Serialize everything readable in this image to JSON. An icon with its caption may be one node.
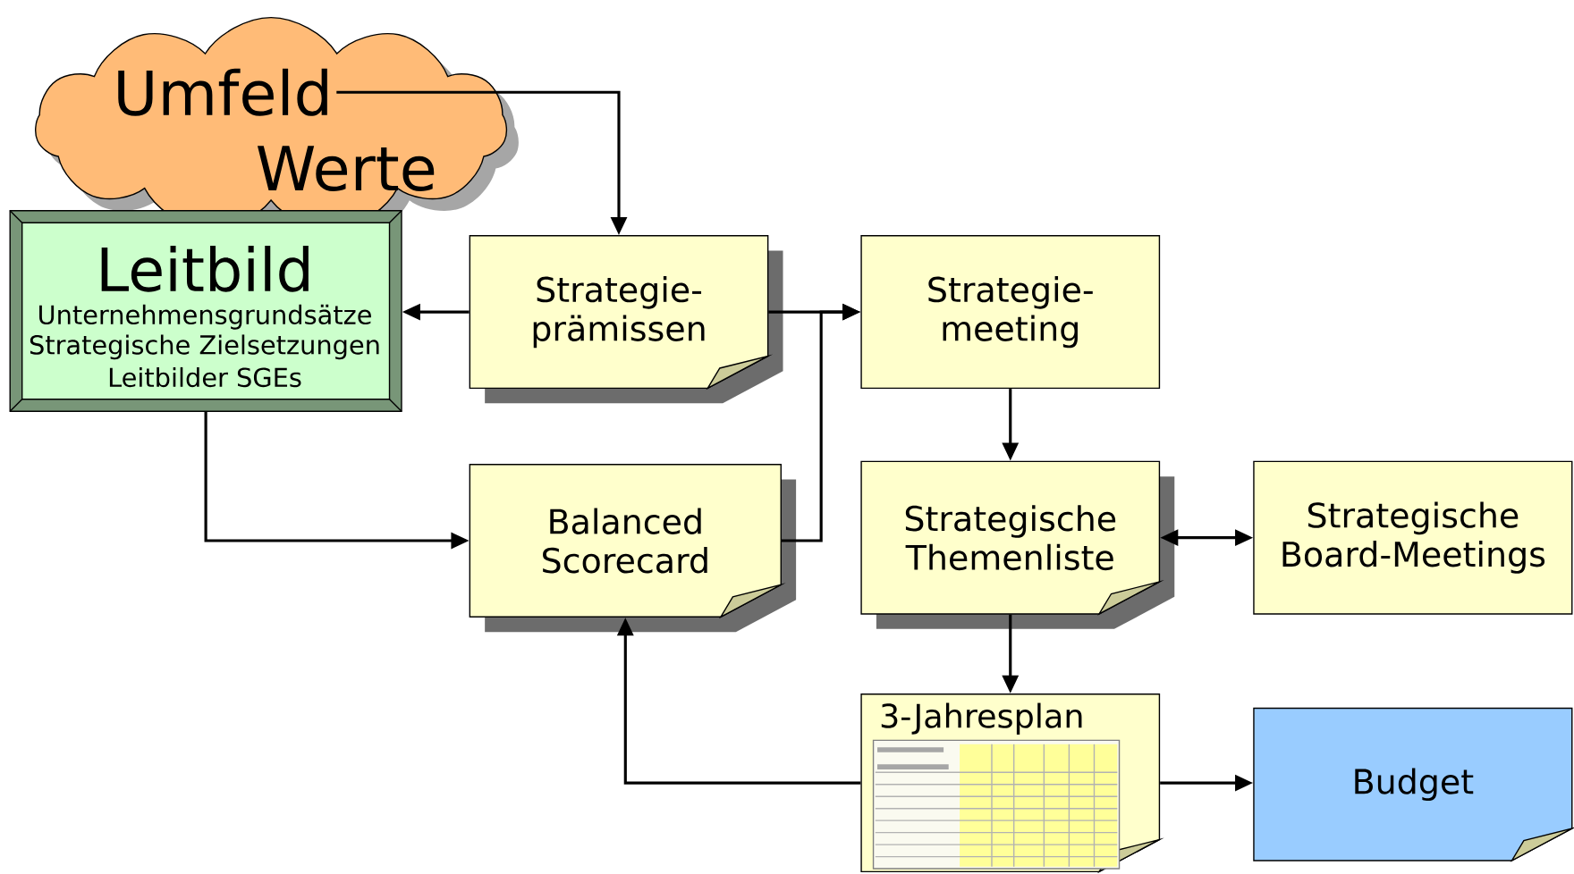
{
  "diagram": {
    "nodes": [
      {
        "text": [
          "Umfeld",
          "Werte"
        ]
      },
      {
        "text": [
          "Leitbild",
          "Unternehmensgrundsätze",
          "Strategische Zielsetzungen",
          "Leitbilder SGEs"
        ]
      },
      {
        "text": [
          "Strategie- prämissen"
        ]
      },
      {
        "text": [
          "Strategie- meeting"
        ]
      },
      {
        "text": [
          "Balanced Scorecard"
        ]
      },
      {
        "text": [
          "Strategische Themenliste"
        ]
      },
      {
        "text": [
          "Strategische Board-Meetings"
        ]
      },
      {
        "text": [
          "3-Jahresplan"
        ]
      },
      {
        "text": [
          "Budget"
        ]
      }
    ],
    "edges": [
      {
        "from": 0,
        "to": 2,
        "arrow": "to"
      },
      {
        "from": 2,
        "to": 1,
        "arrow": "to"
      },
      {
        "from": 2,
        "to": 3,
        "arrow": "to"
      },
      {
        "from": 4,
        "to": 3,
        "arrow": "to"
      },
      {
        "from": 1,
        "to": 4,
        "arrow": "to"
      },
      {
        "from": 3,
        "to": 5,
        "arrow": "to"
      },
      {
        "from": 5,
        "to": 6,
        "arrow": "both"
      },
      {
        "from": 5,
        "to": 7,
        "arrow": "to"
      },
      {
        "from": 7,
        "to": 4,
        "arrow": "to"
      },
      {
        "from": 7,
        "to": 8,
        "arrow": "to"
      }
    ]
  }
}
